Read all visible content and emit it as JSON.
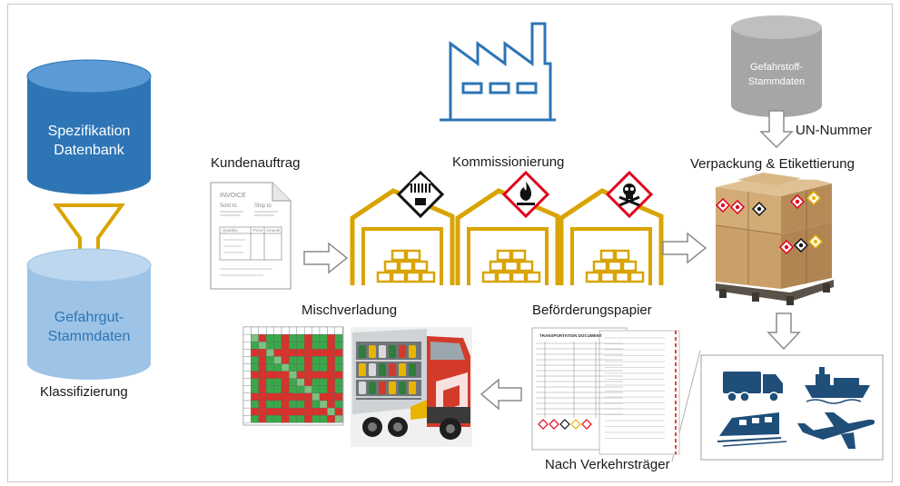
{
  "labels": {
    "kundenauftrag": "Kundenauftrag",
    "kommissionierung": "Kommissionierung",
    "verpackung": "Verpackung & Etikettierung",
    "un_nummer": "UN-Nummer",
    "mischverladung": "Mischverladung",
    "befoerderungspapier": "Beförderungspapier",
    "nach_verkehrstraeger": "Nach Verkehrsträger",
    "klassifizierung": "Klassifizierung"
  },
  "databases": {
    "spezifikation": {
      "line1": "Spezifikation",
      "line2": "Datenbank"
    },
    "gefahrgut": {
      "line1": "Gefahrgut-",
      "line2": "Stammdaten"
    },
    "gefahrstoff": {
      "line1": "Gefahrstoff-",
      "line2": "Stammdaten"
    }
  },
  "invoice": {
    "title": "INVOICE",
    "sold_to": "Sold to",
    "ship_to": "Ship to",
    "quantity": "Quantity",
    "price": "Price",
    "amount": "Amount"
  },
  "document": {
    "title": "TRANSPORTATION DOCUMENT"
  },
  "hazard_icons": [
    "class-9-diamond-icon",
    "flammable-ghs-icon",
    "toxic-skull-ghs-icon"
  ],
  "transport_modes": [
    "truck-icon",
    "ship-icon",
    "train-icon",
    "airplane-icon"
  ],
  "colors": {
    "accent_blue": "#2e75b6",
    "light_blue": "#9dc3e6",
    "warehouse_gold": "#d9a400",
    "db_gray": "#a6a6a6",
    "arrow_gray": "#8c8c8c",
    "grid_red": "#d9322b",
    "grid_green": "#3aa84a"
  }
}
